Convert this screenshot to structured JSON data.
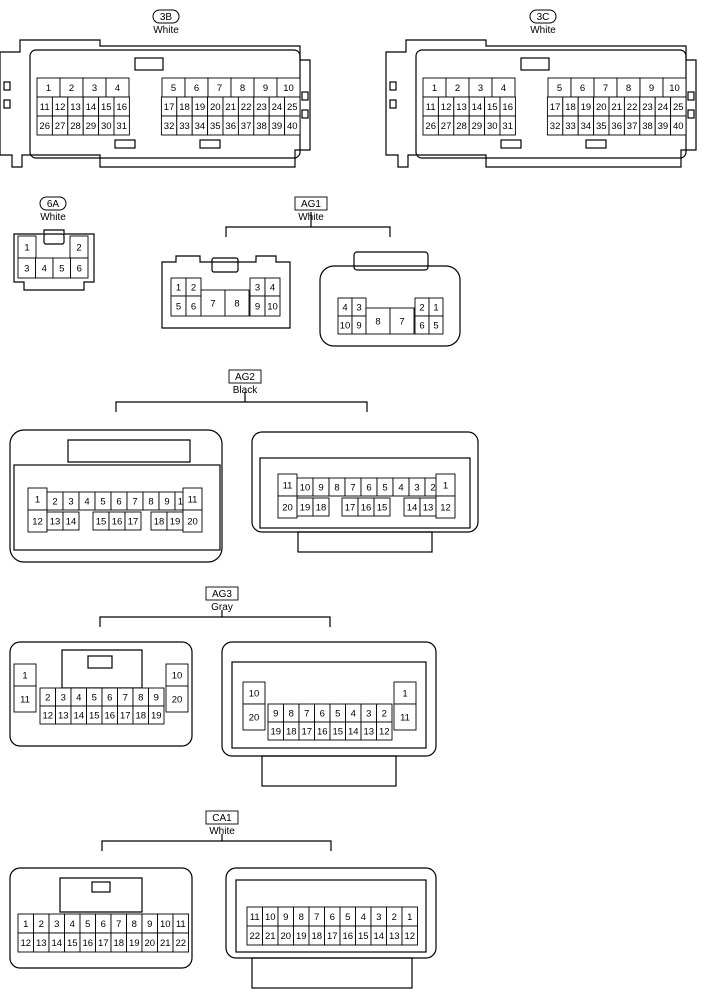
{
  "connectors": {
    "c3B": {
      "id": "3B",
      "color": "White",
      "rows": [
        [
          "1",
          "2",
          "3",
          "4",
          "",
          "5",
          "6",
          "7",
          "8",
          "9",
          "10"
        ],
        [
          "11",
          "12",
          "13",
          "14",
          "15",
          "16",
          "17",
          "18",
          "19",
          "20",
          "21",
          "22",
          "23",
          "24",
          "25"
        ],
        [
          "26",
          "27",
          "28",
          "29",
          "30",
          "31",
          "32",
          "33",
          "34",
          "35",
          "36",
          "37",
          "38",
          "39",
          "40"
        ]
      ]
    },
    "c3C": {
      "id": "3C",
      "color": "White",
      "rows": [
        [
          "1",
          "2",
          "3",
          "4",
          "",
          "5",
          "6",
          "7",
          "8",
          "9",
          "10"
        ],
        [
          "11",
          "12",
          "13",
          "14",
          "15",
          "16",
          "17",
          "18",
          "19",
          "20",
          "21",
          "22",
          "23",
          "24",
          "25"
        ],
        [
          "26",
          "27",
          "28",
          "29",
          "30",
          "31",
          "32",
          "33",
          "34",
          "35",
          "36",
          "37",
          "38",
          "39",
          "40"
        ]
      ]
    },
    "c6A": {
      "id": "6A",
      "color": "White",
      "rows": [
        [
          "1",
          "2"
        ],
        [
          "3",
          "4",
          "5",
          "6"
        ]
      ]
    },
    "AG1": {
      "id": "AG1",
      "color": "White",
      "left": [
        [
          "1",
          "2",
          "3",
          "4"
        ],
        [
          "5",
          "6",
          "7",
          "8",
          "9",
          "10"
        ]
      ],
      "right": [
        [
          "4",
          "3",
          "2",
          "1"
        ],
        [
          "10",
          "9",
          "8",
          "7",
          "6",
          "5"
        ]
      ]
    },
    "AG2": {
      "id": "AG2",
      "color": "Black",
      "left": [
        [
          "1",
          "2",
          "3",
          "4",
          "5",
          "6",
          "7",
          "8",
          "9",
          "10",
          "11"
        ],
        [
          "12",
          "13",
          "14",
          "15",
          "16",
          "17",
          "18",
          "19",
          "20"
        ]
      ],
      "right": [
        [
          "11",
          "10",
          "9",
          "8",
          "7",
          "6",
          "5",
          "4",
          "3",
          "2",
          "1"
        ],
        [
          "20",
          "19",
          "18",
          "17",
          "16",
          "15",
          "14",
          "13",
          "12"
        ]
      ]
    },
    "AG3": {
      "id": "AG3",
      "color": "Gray",
      "left": [
        [
          "1",
          "2",
          "3",
          "4",
          "5",
          "6",
          "7",
          "8",
          "9",
          "10"
        ],
        [
          "11",
          "12",
          "13",
          "14",
          "15",
          "16",
          "17",
          "18",
          "19",
          "20"
        ]
      ],
      "right": [
        [
          "10",
          "9",
          "8",
          "7",
          "6",
          "5",
          "4",
          "3",
          "2",
          "1"
        ],
        [
          "20",
          "19",
          "18",
          "17",
          "16",
          "15",
          "14",
          "13",
          "12",
          "11"
        ]
      ]
    },
    "CA1": {
      "id": "CA1",
      "color": "White",
      "left": [
        [
          "1",
          "2",
          "3",
          "4",
          "5",
          "6",
          "7",
          "8",
          "9",
          "10",
          "11"
        ],
        [
          "12",
          "13",
          "14",
          "15",
          "16",
          "17",
          "18",
          "19",
          "20",
          "21",
          "22"
        ]
      ],
      "right": [
        [
          "11",
          "10",
          "9",
          "8",
          "7",
          "6",
          "5",
          "4",
          "3",
          "2",
          "1"
        ],
        [
          "22",
          "21",
          "20",
          "19",
          "18",
          "17",
          "16",
          "15",
          "14",
          "13",
          "12"
        ]
      ]
    }
  }
}
